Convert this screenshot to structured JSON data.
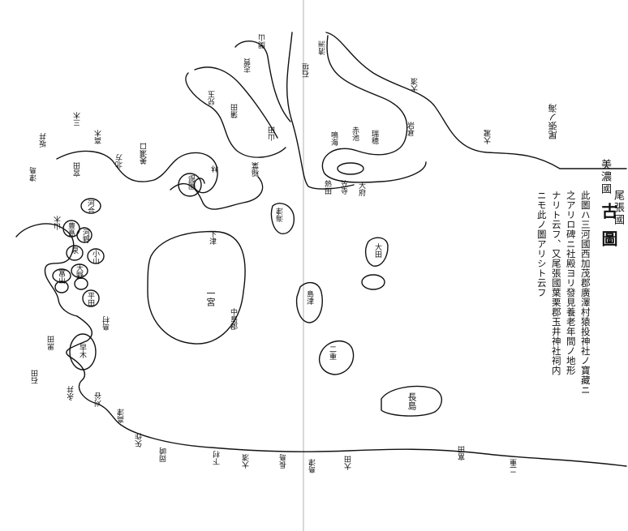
{
  "map": {
    "title": "古圖",
    "province_top": "尾張國",
    "province_bottom": "美濃國",
    "note_lines": [
      "此圖ハ三河國西加茂郡廣澤村猿投神社ノ寶藏ニ",
      "之アリロ碑ニ社殿ヨリ發見養老年間ノ地形",
      "ナリト云フ、又尾張國葉栗郡玉井神社祠内",
      "ニモ此ノ圖アリシト云フ"
    ]
  },
  "labels": {
    "owari_sea": "尾張ノ海",
    "otaki": "大瀧",
    "ohama": "大濱",
    "nagashima": "長島",
    "shimomura": "下村",
    "shimazu": "島津",
    "ota": "大田",
    "futae": "二重",
    "ichinomiya": "一宮",
    "nakajima": "中島郡",
    "shimozu": "下津",
    "atsuta": "熱田",
    "kaizu": "海津",
    "kasadera": "笠寺",
    "obu": "大府",
    "narumi": "鳴海",
    "tomida": "富田",
    "akaike": "赤池",
    "mizuho": "瑞穂",
    "iwakura": "岩倉",
    "kiyosu": "清洲",
    "ishigaki": "石垣",
    "sekiyama": "関山",
    "shiga": "志賀",
    "yamada": "山田",
    "kamada": "蒲田",
    "kodama": "兒玉",
    "inaba": "稲葉",
    "hayashi": "林",
    "sonobe": "園部",
    "minokuchi": "美濃口",
    "kitakata": "北方",
    "takagi": "高木",
    "mitsuki": "三木",
    "miyada": "宮田",
    "sakai": "坂井",
    "tsushima": "津島",
    "yamagi": "山木",
    "kawai": "河合",
    "toyoshima": "豊島",
    "kono": "河野",
    "izumi": "泉",
    "oyama": "小山",
    "ono": "大野",
    "tomiyama": "富山",
    "hirata": "平田",
    "hayaki": "早木",
    "shimamura": "島村",
    "kuroda": "黒田",
    "ishida": "石田",
    "nagai": "永井",
    "kariya": "刈谷",
    "takatsu": "高津",
    "yahagi": "矢作",
    "okazaki": "岡崎"
  }
}
